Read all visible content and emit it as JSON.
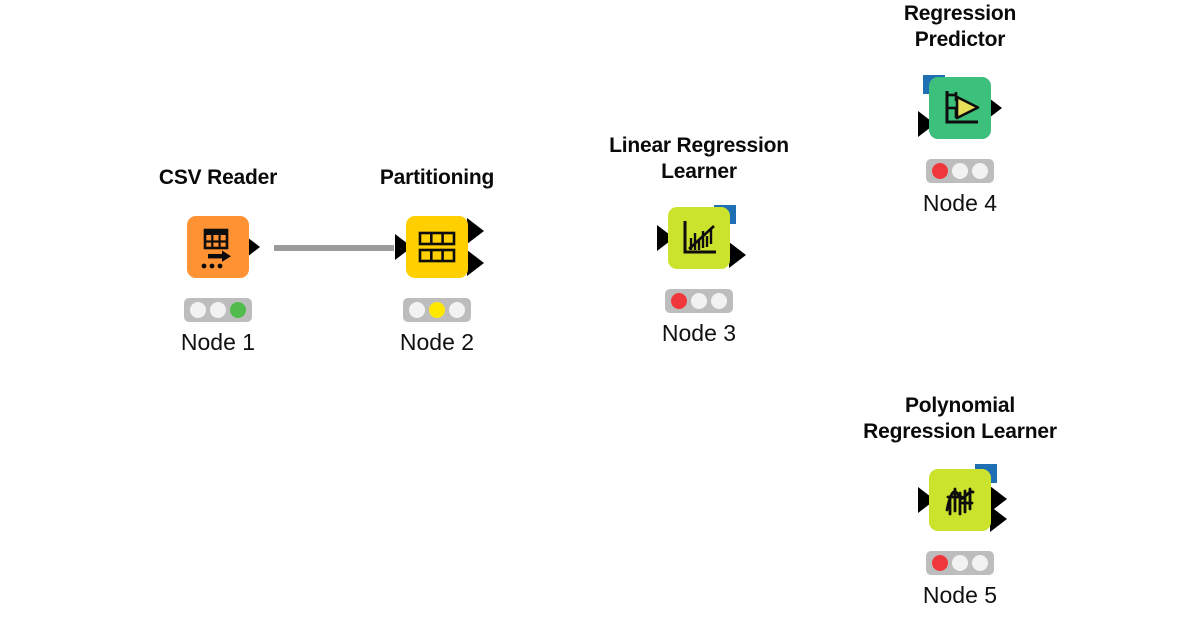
{
  "workflow": {
    "background": "#ffffff",
    "edge_color": "#9a9a9a",
    "port_color": "#000000",
    "model_port_color": "#1f6fb5",
    "status_bar_color": "#bdbdbd"
  },
  "nodes": [
    {
      "id": "node1",
      "title": "CSV Reader",
      "label": "Node 1",
      "color": "#ff9233",
      "icon": "csv-table-arrow-icon",
      "status": "green",
      "lamps": [
        "off",
        "off",
        "green"
      ],
      "inputs": [],
      "outputs": [
        "data"
      ]
    },
    {
      "id": "node2",
      "title": "Partitioning",
      "label": "Node 2",
      "color": "#ffcf00",
      "icon": "partition-rows-icon",
      "status": "yellow",
      "lamps": [
        "off",
        "yellow",
        "off"
      ],
      "inputs": [
        "data"
      ],
      "outputs": [
        "data",
        "data"
      ]
    },
    {
      "id": "node3",
      "title": "Linear Regression\nLearner",
      "label": "Node 3",
      "color": "#cbe32d",
      "icon": "linear-regression-chart-icon",
      "status": "red",
      "lamps": [
        "red",
        "off",
        "off"
      ],
      "inputs": [
        "data"
      ],
      "outputs": [
        "model",
        "data"
      ]
    },
    {
      "id": "node4",
      "title": "Regression\nPredictor",
      "label": "Node 4",
      "color": "#3cc07b",
      "icon": "regression-predictor-play-icon",
      "status": "red",
      "lamps": [
        "red",
        "off",
        "off"
      ],
      "inputs": [
        "model",
        "data"
      ],
      "outputs": [
        "data"
      ]
    },
    {
      "id": "node5",
      "title": "Polynomial\nRegression Learner",
      "label": "Node 5",
      "color": "#cbe32d",
      "icon": "polynomial-regression-icon",
      "status": "red",
      "lamps": [
        "red",
        "off",
        "off"
      ],
      "inputs": [
        "data"
      ],
      "outputs": [
        "model",
        "data",
        "data"
      ]
    }
  ],
  "connections": [
    {
      "from": "node1",
      "to": "node2"
    }
  ]
}
